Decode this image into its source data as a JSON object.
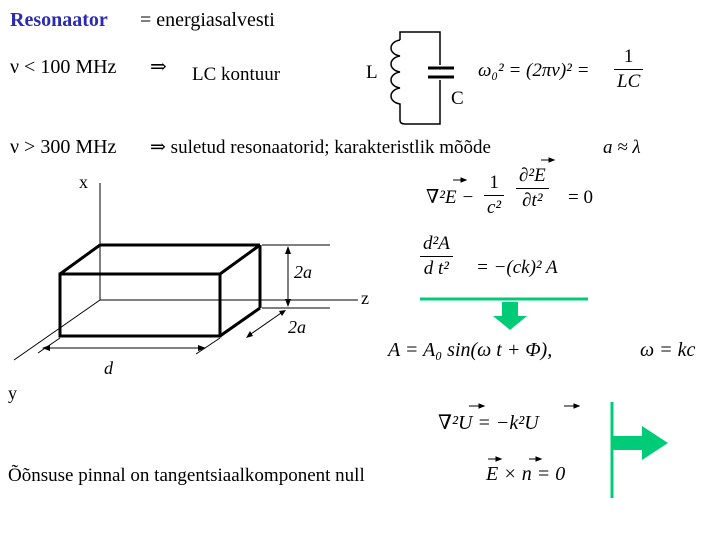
{
  "header": {
    "title": "Resonaator",
    "definition": "= energiasalvesti"
  },
  "lc_row": {
    "condition": "ν < 100 MHz",
    "implies": "⇒",
    "label": "LC kontuur",
    "inductor_label": "L",
    "capacitor_label": "C",
    "formula_lhs": "ω₀² = (2πν)² =",
    "formula_num": "1",
    "formula_den": "LC"
  },
  "high_row": {
    "condition": "ν > 300 MHz",
    "text": "⇒ suletud resonaatorid; karakteristlik mõõde",
    "relation": "a ≈ λ"
  },
  "box": {
    "axis_x": "x",
    "axis_y": "y",
    "axis_z": "z",
    "dim_height": "2a",
    "dim_width": "2a",
    "dim_length": "d"
  },
  "equations": {
    "wave_lhs": "∇²E −",
    "wave_frac1_num": "1",
    "wave_frac1_den": "c²",
    "wave_frac2_num": "∂²E",
    "wave_frac2_den": "∂t²",
    "wave_rhs": "= 0",
    "ode_num": "d²A",
    "ode_den": "d t²",
    "ode_rhs": "= −(ck)² A",
    "solution": "A = A₀ sin(ω t + Φ),",
    "dispersion": "ω = kc",
    "helmholtz": "∇²U = −k²U",
    "boundary": "E × n = 0"
  },
  "footer": {
    "boundary_text": "Õõnsuse pinnal on tangentsiaalkomponent null"
  },
  "colors": {
    "title": "#2b2bb3",
    "arrow": "#00cc77",
    "underline": "#00cc77"
  }
}
